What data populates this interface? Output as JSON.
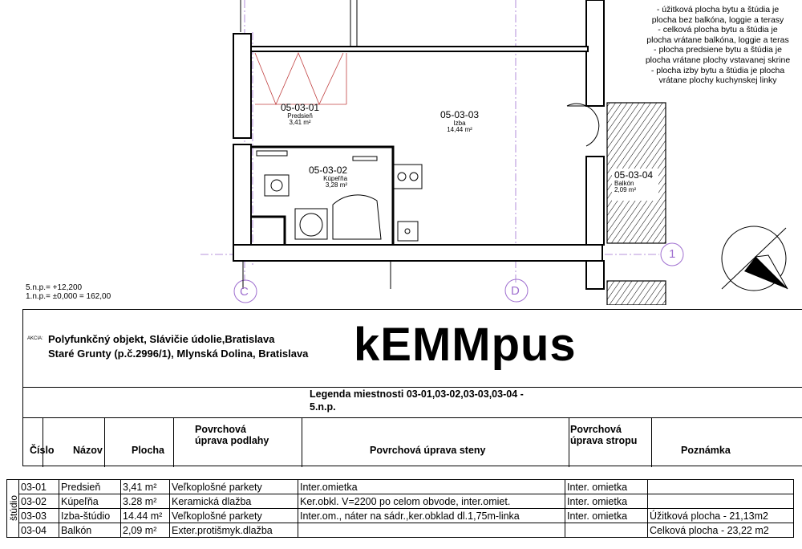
{
  "notes": [
    "- úžitková plocha bytu a štúdia je",
    "plocha bez balkóna, loggie a terasy",
    "- celková plocha bytu a štúdia je",
    "plocha vrátane balkóna, loggie a teras",
    "- plocha predsiene bytu a štúdia je",
    "plocha vrátane plochy vstavanej skrine",
    "- plocha izby bytu a štúdia je plocha",
    "vrátane plochy kuchynskej linky"
  ],
  "levels": [
    "5.n.p.= +12,200",
    "1.n.p.= ±0,000  = 162,00"
  ],
  "rooms": [
    {
      "code": "05-03-01",
      "name": "Predsieň",
      "area": "3,41 m²"
    },
    {
      "code": "05-03-02",
      "name": "Kúpeľňa",
      "area": "3,28 m²"
    },
    {
      "code": "05-03-03",
      "name": "Izba",
      "area": "14,44 m²"
    },
    {
      "code": "05-03-04",
      "name": "Balkón",
      "area": "2,09 m²"
    }
  ],
  "axes": {
    "c": "C",
    "d": "D",
    "one": "1"
  },
  "title_block": {
    "akcia": "AKCIA:",
    "project_line1": "Polyfunkčný objekt, Slávičie údolie,Bratislava",
    "project_line2": "Staré Grunty (p.č.2996/1), Mlynská Dolina, Bratislava",
    "brand": "kEMMpus",
    "legend_line1": "Legenda miestnosti 03-01,03-02,03-03,03-04 -",
    "legend_line2": "5.n.p."
  },
  "headers": {
    "cislo": "Číslo",
    "nazov": "Názov",
    "plocha": "Plocha",
    "podlaha1": "Povrchová",
    "podlaha2": "úprava podlahy",
    "steny": "Povrchová úprava steny",
    "strop1": "Povrchová",
    "strop2": "úprava stropu",
    "poznamka": "Poznámka"
  },
  "group_label": "štúdio",
  "rows": [
    {
      "cislo": "03-01",
      "nazov": "Predsieň",
      "plocha": "3,41 m²",
      "podlaha": "Veľkoplošné parkety",
      "steny": "Inter.omietka",
      "strop": "Inter. omietka",
      "poznamka": ""
    },
    {
      "cislo": "03-02",
      "nazov": "Kúpeľňa",
      "plocha": "3.28 m²",
      "podlaha": "Keramická dlažba",
      "steny": "Ker.obkl. V=2200 po celom obvode, inter.omiet.",
      "strop": "Inter. omietka",
      "poznamka": ""
    },
    {
      "cislo": "03-03",
      "nazov": "Izba-štúdio",
      "plocha": "14.44 m²",
      "podlaha": "Veľkoplošné parkety",
      "steny": "Inter.om., náter na sádr.,ker.obklad dl.1,75m-linka",
      "strop": "Inter. omietka",
      "poznamka": "Úžitková plocha - 21,13m2"
    },
    {
      "cislo": "03-04",
      "nazov": "Balkón",
      "plocha": "2,09 m²",
      "podlaha": "Exter.protišmyk.dlažba",
      "steny": "",
      "strop": "",
      "poznamka": "Celková plocha - 23,22 m2"
    }
  ]
}
